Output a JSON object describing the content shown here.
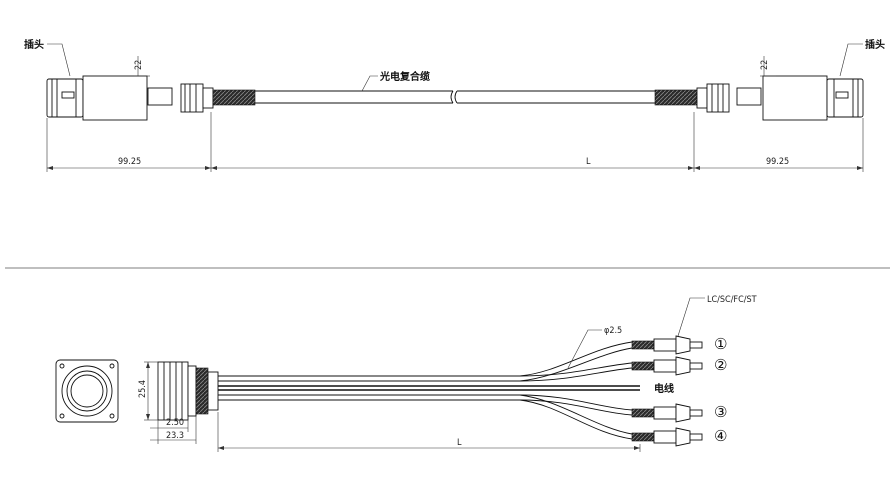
{
  "top": {
    "plug_left_label": "插头",
    "plug_right_label": "插头",
    "cable_label": "光电复合缆",
    "height_dim_left": "22",
    "height_dim_right": "22",
    "length_left": "99.25",
    "length_middle": "L",
    "length_right": "99.25"
  },
  "bottom": {
    "connector_types_label": "LC/SC/FC/ST",
    "fiber_diameter_label": "φ2.5",
    "power_wire_label": "电线",
    "branch_numbers": [
      "①",
      "②",
      "③",
      "④"
    ],
    "height_dim": "25.4",
    "dim_flange": "2.50",
    "dim_body": "23.3",
    "dim_length": "L"
  }
}
